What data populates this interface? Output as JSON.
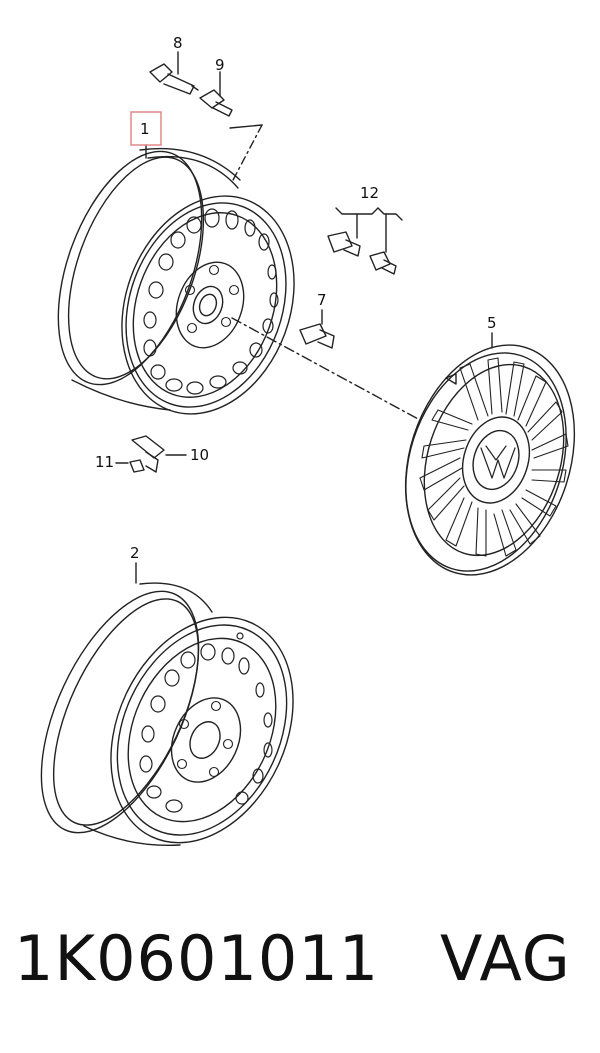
{
  "callouts": {
    "c1": "1",
    "c2": "2",
    "c5": "5",
    "c7": "7",
    "c8": "8",
    "c9": "9",
    "c10": "10",
    "c11": "11",
    "c12": "12"
  },
  "footer": {
    "part_number": "1K0601011",
    "brand": "VAG"
  },
  "colors": {
    "line": "#222222",
    "highlight_box": "#e08a8a"
  }
}
